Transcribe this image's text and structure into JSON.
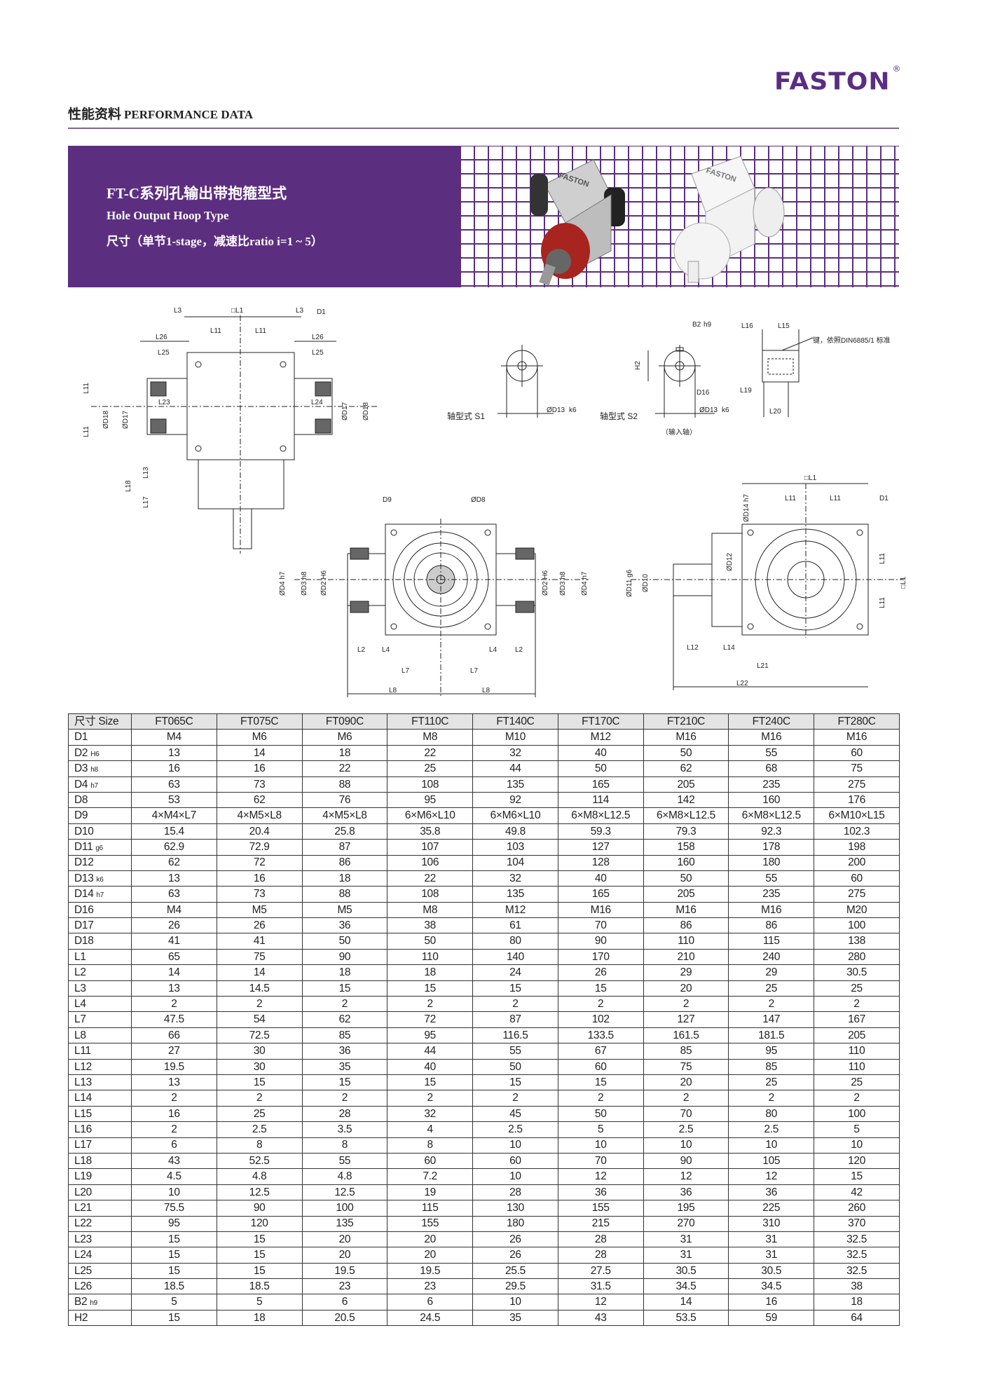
{
  "brand": {
    "logo": "FASTON",
    "registered": "®"
  },
  "header": {
    "title_cn": "性能资料",
    "title_en": "PERFORMANCE DATA"
  },
  "banner": {
    "title": "FT-C系列孔输出带抱箍型式",
    "subtitle": "Hole Output Hoop Type",
    "spec": "尺寸（单节1-stage，减速比ratio i=1 ~ 5）",
    "accent_color": "#5c2e80",
    "housing_color": "#a8241e"
  },
  "drawings": {
    "front": {
      "L3a": "L3",
      "L1": "□L1",
      "L3b": "L3",
      "D1": "D1",
      "L11a": "L11",
      "L11b": "L11",
      "L26a": "L26",
      "L26b": "L26",
      "L25a": "L25",
      "L25b": "L25",
      "L23": "L23",
      "L24": "L24",
      "D18a": "ØD18",
      "D17a": "ØD17",
      "D17b": "ØD17",
      "D18b": "ØD18",
      "L11c": "L11",
      "L11d": "L11",
      "L13": "L13",
      "L18": "L18",
      "L17": "L17"
    },
    "shaft_s1": {
      "label": "轴型式 S1",
      "D13": "ØD13",
      "D13_tol": "k6"
    },
    "shaft_s2": {
      "label": "轴型式 S2",
      "B2": "B2",
      "B2_tol": "h9",
      "H2": "H2",
      "D16": "D16",
      "D13": "ØD13",
      "D13_tol": "k6",
      "note": "（输入轴）"
    },
    "key": {
      "L16": "L16",
      "L15": "L15",
      "note": "键，依照DIN6885/1 标准",
      "L19": "L19",
      "L20": "L20"
    },
    "side": {
      "D9": "D9",
      "D8": "ØD8",
      "D4a": "ØD4 h7",
      "D3a": "ØD3 h8",
      "D2a": "ØD2 H6",
      "D2b": "ØD2 H6",
      "D3b": "ØD3 h8",
      "D4b": "ØD4 h7",
      "L2a": "L2",
      "L4a": "L4",
      "L4b": "L4",
      "L2b": "L2",
      "L7a": "L7",
      "L7b": "L7",
      "L8a": "L8",
      "L8b": "L8"
    },
    "input": {
      "L1a": "□L1",
      "L11a": "L11",
      "L11b": "L11",
      "D1": "D1",
      "D14": "ØD14 h7",
      "D11": "ØD11 g6",
      "D10": "ØD10",
      "D12": "ØD12",
      "L11c": "L11",
      "L11d": "L11",
      "L1b": "□L1",
      "L12": "L12",
      "L14": "L14",
      "L21": "L21",
      "L22": "L22"
    }
  },
  "table": {
    "header": [
      "尺寸 Size",
      "FT065C",
      "FT075C",
      "FT090C",
      "FT110C",
      "FT140C",
      "FT170C",
      "FT210C",
      "FT240C",
      "FT280C"
    ],
    "rows": [
      {
        "name": "D1",
        "tol": "",
        "values": [
          "M4",
          "M6",
          "M6",
          "M8",
          "M10",
          "M12",
          "M16",
          "M16",
          "M16"
        ]
      },
      {
        "name": "D2",
        "tol": "H6",
        "values": [
          "13",
          "14",
          "18",
          "22",
          "32",
          "40",
          "50",
          "55",
          "60"
        ]
      },
      {
        "name": "D3",
        "tol": "h8",
        "values": [
          "16",
          "16",
          "22",
          "25",
          "44",
          "50",
          "62",
          "68",
          "75"
        ]
      },
      {
        "name": "D4",
        "tol": "h7",
        "values": [
          "63",
          "73",
          "88",
          "108",
          "135",
          "165",
          "205",
          "235",
          "275"
        ]
      },
      {
        "name": "D8",
        "tol": "",
        "values": [
          "53",
          "62",
          "76",
          "95",
          "92",
          "114",
          "142",
          "160",
          "176"
        ]
      },
      {
        "name": "D9",
        "tol": "",
        "values": [
          "4×M4×L7",
          "4×M5×L8",
          "4×M5×L8",
          "6×M6×L10",
          "6×M6×L10",
          "6×M8×L12.5",
          "6×M8×L12.5",
          "6×M8×L12.5",
          "6×M10×L15"
        ]
      },
      {
        "name": "D10",
        "tol": "",
        "values": [
          "15.4",
          "20.4",
          "25.8",
          "35.8",
          "49.8",
          "59.3",
          "79.3",
          "92.3",
          "102.3"
        ]
      },
      {
        "name": "D11",
        "tol": "g6",
        "values": [
          "62.9",
          "72.9",
          "87",
          "107",
          "103",
          "127",
          "158",
          "178",
          "198"
        ]
      },
      {
        "name": "D12",
        "tol": "",
        "values": [
          "62",
          "72",
          "86",
          "106",
          "104",
          "128",
          "160",
          "180",
          "200"
        ]
      },
      {
        "name": "D13",
        "tol": "k6",
        "values": [
          "13",
          "16",
          "18",
          "22",
          "32",
          "40",
          "50",
          "55",
          "60"
        ]
      },
      {
        "name": "D14",
        "tol": "h7",
        "values": [
          "63",
          "73",
          "88",
          "108",
          "135",
          "165",
          "205",
          "235",
          "275"
        ]
      },
      {
        "name": "D16",
        "tol": "",
        "values": [
          "M4",
          "M5",
          "M5",
          "M8",
          "M12",
          "M16",
          "M16",
          "M16",
          "M20"
        ]
      },
      {
        "name": "D17",
        "tol": "",
        "values": [
          "26",
          "26",
          "36",
          "38",
          "61",
          "70",
          "86",
          "86",
          "100"
        ]
      },
      {
        "name": "D18",
        "tol": "",
        "values": [
          "41",
          "41",
          "50",
          "50",
          "80",
          "90",
          "110",
          "115",
          "138"
        ]
      },
      {
        "name": "L1",
        "tol": "",
        "values": [
          "65",
          "75",
          "90",
          "110",
          "140",
          "170",
          "210",
          "240",
          "280"
        ]
      },
      {
        "name": "L2",
        "tol": "",
        "values": [
          "14",
          "14",
          "18",
          "18",
          "24",
          "26",
          "29",
          "29",
          "30.5"
        ]
      },
      {
        "name": "L3",
        "tol": "",
        "values": [
          "13",
          "14.5",
          "15",
          "15",
          "15",
          "15",
          "20",
          "25",
          "25"
        ]
      },
      {
        "name": "L4",
        "tol": "",
        "values": [
          "2",
          "2",
          "2",
          "2",
          "2",
          "2",
          "2",
          "2",
          "2"
        ]
      },
      {
        "name": "L7",
        "tol": "",
        "values": [
          "47.5",
          "54",
          "62",
          "72",
          "87",
          "102",
          "127",
          "147",
          "167"
        ]
      },
      {
        "name": "L8",
        "tol": "",
        "values": [
          "66",
          "72.5",
          "85",
          "95",
          "116.5",
          "133.5",
          "161.5",
          "181.5",
          "205"
        ]
      },
      {
        "name": "L11",
        "tol": "",
        "values": [
          "27",
          "30",
          "36",
          "44",
          "55",
          "67",
          "85",
          "95",
          "110"
        ]
      },
      {
        "name": "L12",
        "tol": "",
        "values": [
          "19.5",
          "30",
          "35",
          "40",
          "50",
          "60",
          "75",
          "85",
          "110"
        ]
      },
      {
        "name": "L13",
        "tol": "",
        "values": [
          "13",
          "15",
          "15",
          "15",
          "15",
          "15",
          "20",
          "25",
          "25"
        ]
      },
      {
        "name": "L14",
        "tol": "",
        "values": [
          "2",
          "2",
          "2",
          "2",
          "2",
          "2",
          "2",
          "2",
          "2"
        ]
      },
      {
        "name": "L15",
        "tol": "",
        "values": [
          "16",
          "25",
          "28",
          "32",
          "45",
          "50",
          "70",
          "80",
          "100"
        ]
      },
      {
        "name": "L16",
        "tol": "",
        "values": [
          "2",
          "2.5",
          "3.5",
          "4",
          "2.5",
          "5",
          "2.5",
          "2.5",
          "5"
        ]
      },
      {
        "name": "L17",
        "tol": "",
        "values": [
          "6",
          "8",
          "8",
          "8",
          "10",
          "10",
          "10",
          "10",
          "10"
        ]
      },
      {
        "name": "L18",
        "tol": "",
        "values": [
          "43",
          "52.5",
          "55",
          "60",
          "60",
          "70",
          "90",
          "105",
          "120"
        ]
      },
      {
        "name": "L19",
        "tol": "",
        "values": [
          "4.5",
          "4.8",
          "4.8",
          "7.2",
          "10",
          "12",
          "12",
          "12",
          "15"
        ]
      },
      {
        "name": "L20",
        "tol": "",
        "values": [
          "10",
          "12.5",
          "12.5",
          "19",
          "28",
          "36",
          "36",
          "36",
          "42"
        ]
      },
      {
        "name": "L21",
        "tol": "",
        "values": [
          "75.5",
          "90",
          "100",
          "115",
          "130",
          "155",
          "195",
          "225",
          "260"
        ]
      },
      {
        "name": "L22",
        "tol": "",
        "values": [
          "95",
          "120",
          "135",
          "155",
          "180",
          "215",
          "270",
          "310",
          "370"
        ]
      },
      {
        "name": "L23",
        "tol": "",
        "values": [
          "15",
          "15",
          "20",
          "20",
          "26",
          "28",
          "31",
          "31",
          "32.5"
        ]
      },
      {
        "name": "L24",
        "tol": "",
        "values": [
          "15",
          "15",
          "20",
          "20",
          "26",
          "28",
          "31",
          "31",
          "32.5"
        ]
      },
      {
        "name": "L25",
        "tol": "",
        "values": [
          "15",
          "15",
          "19.5",
          "19.5",
          "25.5",
          "27.5",
          "30.5",
          "30.5",
          "32.5"
        ]
      },
      {
        "name": "L26",
        "tol": "",
        "values": [
          "18.5",
          "18.5",
          "23",
          "23",
          "29.5",
          "31.5",
          "34.5",
          "34.5",
          "38"
        ]
      },
      {
        "name": "B2",
        "tol": "h9",
        "values": [
          "5",
          "5",
          "6",
          "6",
          "10",
          "12",
          "14",
          "16",
          "18"
        ]
      },
      {
        "name": "H2",
        "tol": "",
        "values": [
          "15",
          "18",
          "20.5",
          "24.5",
          "35",
          "43",
          "53.5",
          "59",
          "64"
        ]
      }
    ]
  }
}
